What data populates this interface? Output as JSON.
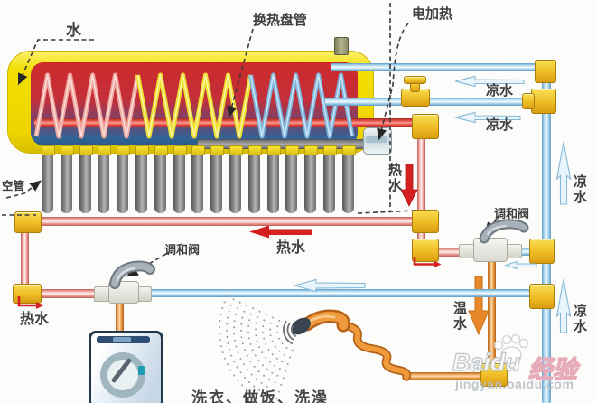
{
  "labels": {
    "water": "水",
    "heat_exchange_coil": "换热盘管",
    "electric_heating": "电加热",
    "cold_water": "凉水",
    "hot_water": "热水",
    "warm_water": "温水",
    "mixing_valve": "调和阀",
    "vacuum_tube": "空管",
    "usage": "洗衣、做饭、洗澡"
  },
  "watermark": {
    "brand": "Baidu",
    "suffix": "经验",
    "url": "jingyan.baidu.com"
  },
  "colors": {
    "tank_shell": "#f2de00",
    "tank_hot_top": "#cc2a2a",
    "tank_cold_bottom": "#2f6496",
    "coil_pink": "#eda59e",
    "coil_yellow": "#ecdf2e",
    "coil_blue": "#7db4dc",
    "pipe_cold_edge": "#5f9cc6",
    "pipe_hot_edge": "#c25a52",
    "pipe_warm_edge": "#b5621a",
    "fitting_yellow": "#eebc24",
    "arrow_hot": "#d42020",
    "arrow_warm": "#e8882a",
    "arrow_cold_fill": "#e9f5fc",
    "arrow_cold_edge": "#85b9d6"
  },
  "diagram": {
    "vacuum_tube_count": 17,
    "coil_half_period": 12.5,
    "coil_sections": [
      {
        "name": "pink",
        "from_idx": 0,
        "to_idx": 9,
        "stroke": "#eda59e",
        "core": "#fbdcd7"
      },
      {
        "name": "yellow",
        "from_idx": 9,
        "to_idx": 19,
        "stroke": "#ecdf2e",
        "core": "#f9f3a0"
      },
      {
        "name": "blue",
        "from_idx": 19,
        "to_idx": 28,
        "stroke": "#7db4dc",
        "core": "#c9e5f6"
      }
    ]
  }
}
